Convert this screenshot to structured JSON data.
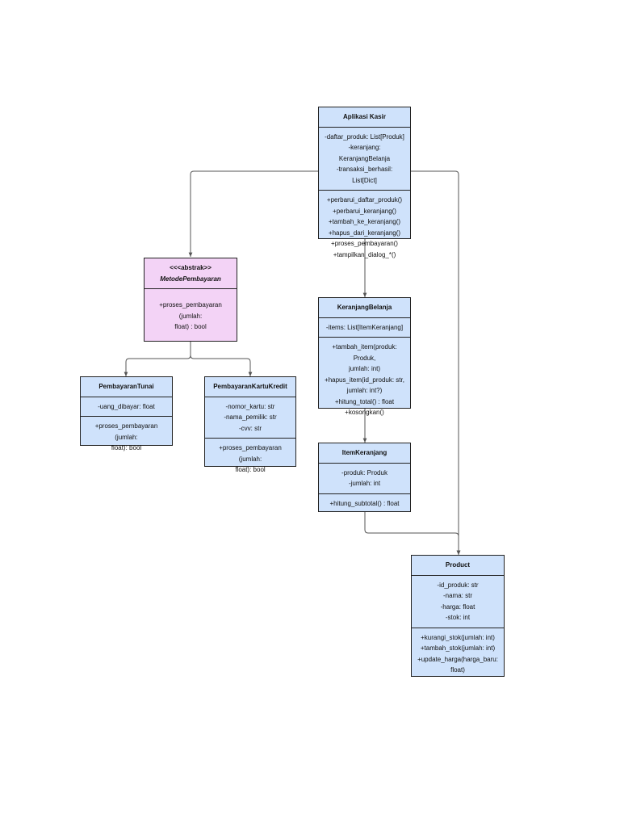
{
  "diagram": {
    "classes": [
      {
        "id": "aplikasi-kasir",
        "name": "Aplikasi Kasir",
        "attributes": [
          "-daftar_produk: List[Produk]",
          "-keranjang: KeranjangBelanja",
          "-transaksi_berhasil: List[Dict]"
        ],
        "methods": [
          "+perbarui_daftar_produk()",
          "+perbarui_keranjang()",
          "+tambah_ke_keranjang()",
          "+hapus_dari_keranjang()",
          "+proses_pembayaran()",
          "+tampilkan_dialog_*()"
        ]
      },
      {
        "id": "metode-pembayaran",
        "stereotype": "<<<abstrak>>",
        "name": "MetodePembayaran",
        "attributes": [],
        "methods": [
          "+proses_pembayaran (jumlah:",
          "float) : bool"
        ],
        "color": "#f3d3f6"
      },
      {
        "id": "pembayaran-tunai",
        "name": "PembayaranTunai",
        "attributes": [
          "-uang_dibayar: float"
        ],
        "methods": [
          "+proses_pembayaran (jumlah:",
          "float): bool"
        ]
      },
      {
        "id": "pembayaran-kartu-kredit",
        "name": "PembayaranKartuKredit",
        "attributes": [
          "-nomor_kartu: str",
          "-nama_pemilik: str",
          "-cvv: str"
        ],
        "methods": [
          "+proses_pembayaran (jumlah:",
          "float): bool"
        ]
      },
      {
        "id": "keranjang-belanja",
        "name": "KeranjangBelanja",
        "attributes": [
          "-items: List[ItemKeranjang]"
        ],
        "methods": [
          "+tambah_item(produk: Produk,",
          "jumlah: int)",
          "+hapus_item(id_produk: str,",
          "jumlah: int?)",
          "+hitung_total() : float",
          "+kosongkan()"
        ]
      },
      {
        "id": "item-keranjang",
        "name": "ItemKeranjang",
        "attributes": [
          "-produk: Produk",
          "-jumlah: int"
        ],
        "methods": [
          "+hitung_subtotal() : float"
        ]
      },
      {
        "id": "product",
        "name": "Product",
        "attributes": [
          "-id_produk: str",
          "-nama: str",
          "-harga: float",
          "-stok: int"
        ],
        "methods": [
          "+kurangi_stok(jumlah: int)",
          "+tambah_stok(jumlah: int)",
          "+update_harga(harga_baru:",
          "float)"
        ]
      }
    ],
    "colors": {
      "class_fill": "#cfe2fb",
      "abstract_fill": "#f3d3f6",
      "border": "#222222",
      "connector": "#555555"
    }
  }
}
